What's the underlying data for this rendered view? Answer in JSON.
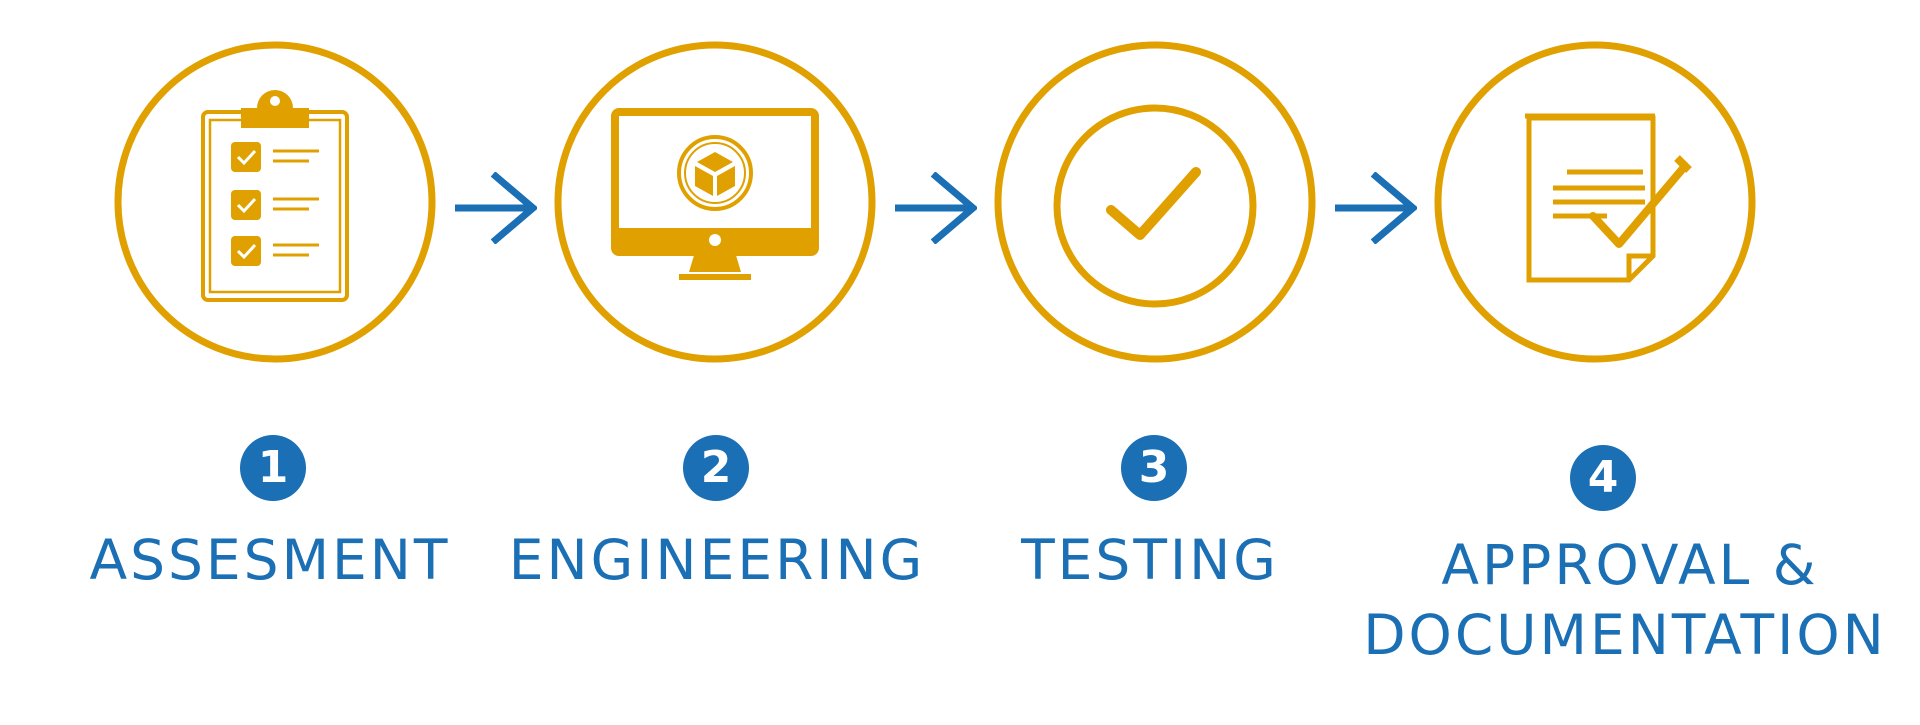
{
  "colors": {
    "accent": "#e0a000",
    "blue": "#1a6fb5",
    "background": "#ffffff"
  },
  "steps": [
    {
      "number": "1",
      "label": "ASSESMENT",
      "icon": "clipboard-checklist-icon"
    },
    {
      "number": "2",
      "label": "ENGINEERING",
      "icon": "monitor-cube-icon"
    },
    {
      "number": "3",
      "label": "TESTING",
      "icon": "checkmark-circle-icon"
    },
    {
      "number": "4",
      "label_line1": "APPROVAL &",
      "label_line2": "DOCUMENTATION",
      "icon": "signed-document-icon"
    }
  ],
  "connectors": [
    "arrow-right-icon",
    "arrow-right-icon",
    "arrow-right-icon"
  ]
}
